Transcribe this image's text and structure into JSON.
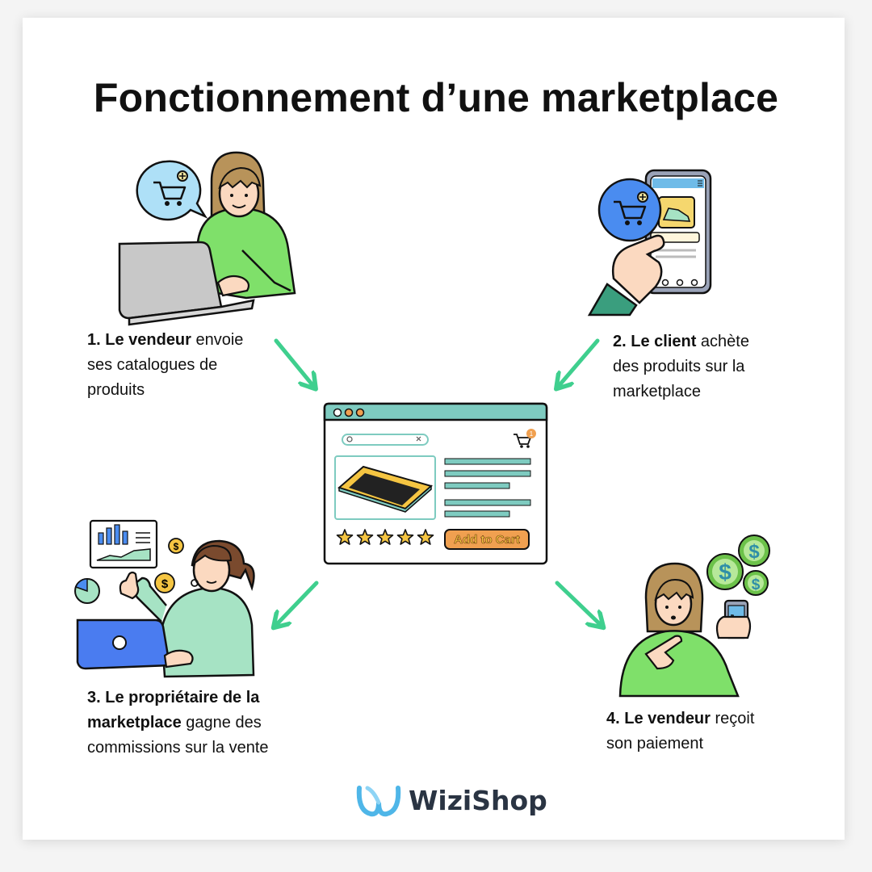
{
  "title": "Fonctionnement d’une marketplace",
  "steps": [
    {
      "bold": "1. Le vendeur",
      "line1_rest": " envoie",
      "line2": "ses catalogues de",
      "line3": "produits"
    },
    {
      "bold": "2. Le client",
      "line1_rest": " achète",
      "line2": "des produits sur la",
      "line3": "marketplace"
    },
    {
      "bold1": "3. Le propriétaire de la",
      "bold2": "marketplace",
      "line2_rest": " gagne des",
      "line3": "commissions sur la vente"
    },
    {
      "bold": "4. Le vendeur",
      "line1_rest": " reçoit",
      "line2": "son paiement"
    }
  ],
  "center_window": {
    "button_label": "Add to Cart",
    "cart_badge": "1",
    "stars": 5
  },
  "logo": {
    "name": "WiziShop"
  },
  "colors": {
    "arrow": "#3fcf8e",
    "teal": "#7ecbc0",
    "green_shirt": "#7fe06a",
    "mint_shirt": "#a6e3c4",
    "blue": "#4a8cf0",
    "orange": "#f0a050",
    "yellow": "#f5c542",
    "dollar_green": "#6cc24a"
  }
}
